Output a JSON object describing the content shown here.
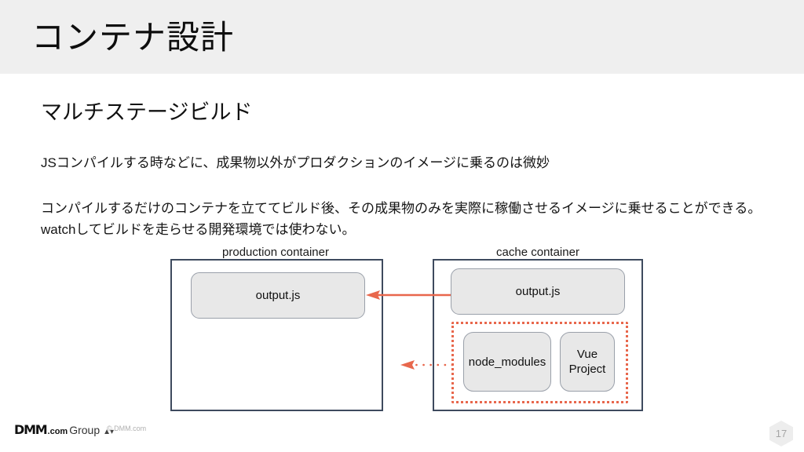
{
  "slide": {
    "title": "コンテナ設計",
    "section_heading": "マルチステージビルド",
    "paragraph_1": "JSコンパイルする時などに、成果物以外がプロダクションのイメージに乗るのは微妙",
    "paragraph_2": "コンパイルするだけのコンテナを立ててビルド後、その成果物のみを実際に稼働させるイメージに乗せることができる。watchしてビルドを走らせる開発環境では使わない。"
  },
  "diagram": {
    "production_container": {
      "label": "production container",
      "nodes": [
        {
          "label": "output.js"
        }
      ]
    },
    "cache_container": {
      "label": "cache container",
      "nodes": [
        {
          "label": "output.js"
        }
      ],
      "dotted_group": {
        "nodes": [
          {
            "label": "node_modules"
          },
          {
            "label": "Vue\nProject"
          }
        ]
      }
    },
    "arrows": [
      {
        "name": "solid-copy-arrow",
        "style": "solid",
        "direction": "left"
      },
      {
        "name": "dotted-discard-arrow",
        "style": "dotted",
        "direction": "left"
      }
    ]
  },
  "footer": {
    "logo_dmm": "DMM",
    "logo_com": ".com",
    "logo_group": "Group",
    "logo_mark": "▲▾",
    "copyright": "© DMM.com",
    "page_number": "17"
  },
  "colors": {
    "header_band": "#efefef",
    "container_border": "#3e4a5e",
    "node_fill": "#e8e8e8",
    "node_border": "#9aa0aa",
    "accent_orange": "#e8674c",
    "page_hex": "#ededed"
  }
}
